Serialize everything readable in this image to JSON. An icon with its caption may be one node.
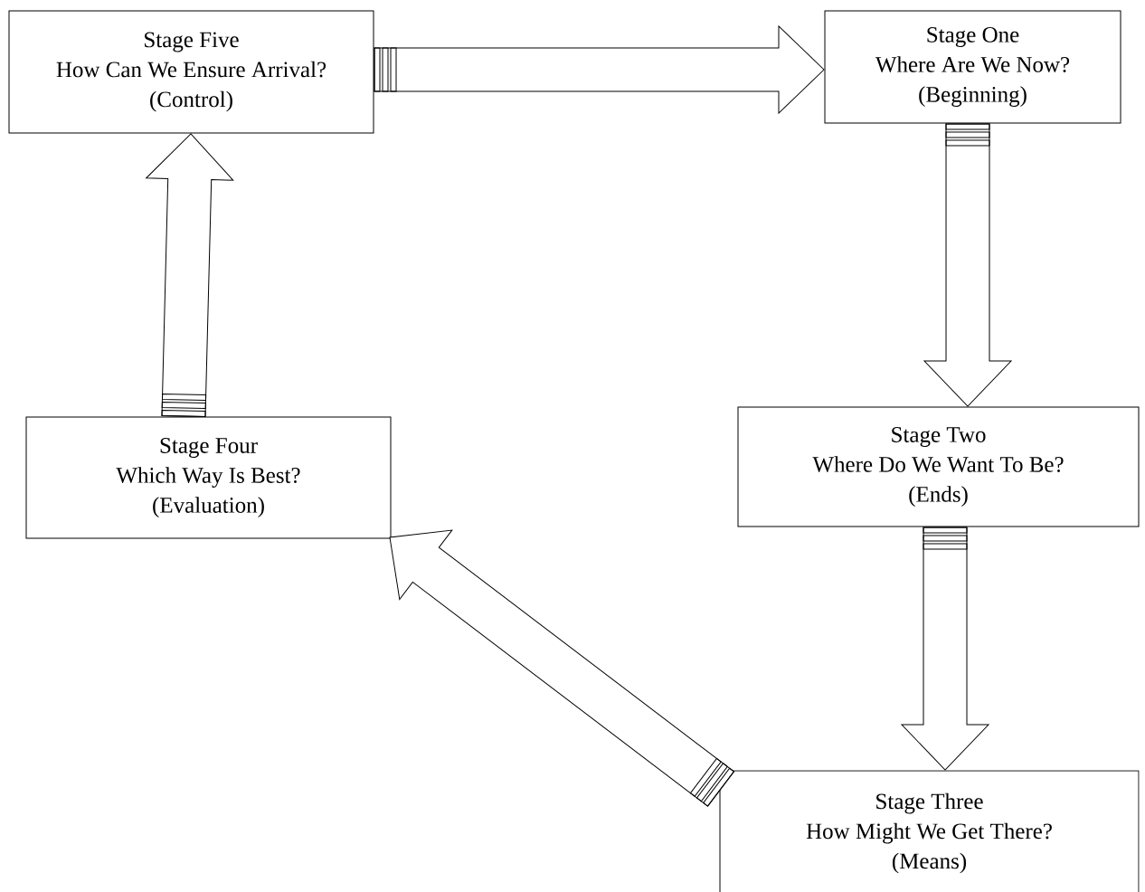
{
  "diagram": {
    "nodes": [
      {
        "text": [
          "Stage Five",
          "How Can We Ensure Arrival?",
          "(Control)"
        ]
      },
      {
        "text": [
          "Stage One",
          "Where Are We Now?",
          "(Beginning)"
        ]
      },
      {
        "text": [
          "Stage Two",
          "Where Do We Want To Be?",
          "(Ends)"
        ]
      },
      {
        "text": [
          "Stage Three",
          "How Might We Get There?",
          "(Means)"
        ]
      },
      {
        "text": [
          "Stage Four",
          "Which Way Is Best?",
          "(Evaluation)"
        ]
      }
    ],
    "edges": [
      {
        "from": 0,
        "to": 1,
        "arrow": "to"
      },
      {
        "from": 1,
        "to": 2,
        "arrow": "to"
      },
      {
        "from": 2,
        "to": 3,
        "arrow": "to"
      },
      {
        "from": 3,
        "to": 4,
        "arrow": "to"
      },
      {
        "from": 4,
        "to": 0,
        "arrow": "to"
      }
    ]
  }
}
